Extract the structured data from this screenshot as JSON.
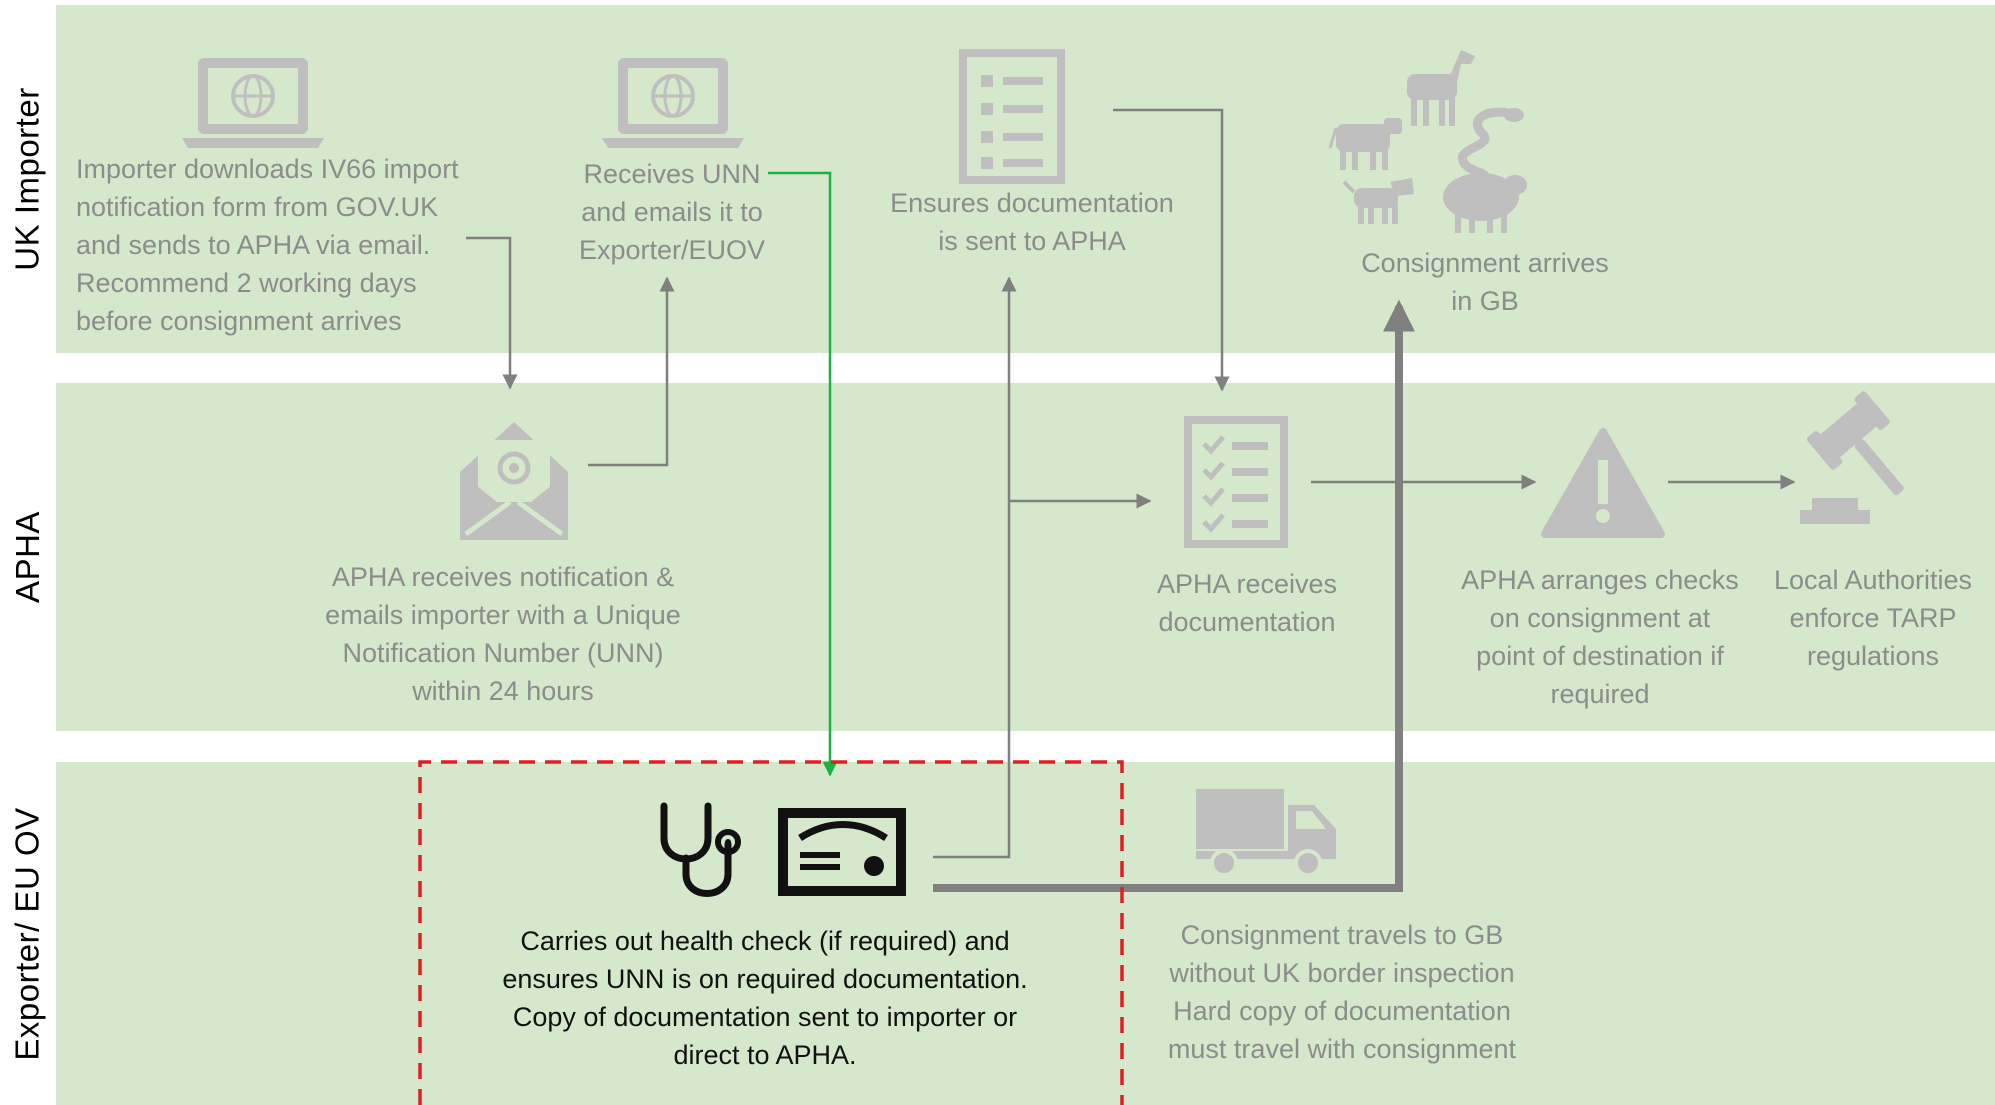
{
  "lanes": {
    "importer": "UK Importer",
    "apha": "APHA",
    "exporter": "Exporter/ EU OV"
  },
  "steps": {
    "download_form": "Importer downloads IV66 import\nnotification form from GOV.UK\nand sends to APHA via email.\nRecommend 2 working days\nbefore consignment arrives",
    "receives_unn": "Receives UNN\nand emails it to\nExporter/EUOV",
    "ensures_docs": "Ensures documentation\nis sent to APHA",
    "consignment_arrives": "Consignment arrives\nin GB",
    "apha_receives_notification": "APHA receives notification &\nemails importer with a Unique\nNotification Number (UNN)\nwithin 24 hours",
    "apha_receives_docs": "APHA receives\ndocumentation",
    "apha_arranges_checks": "APHA arranges checks\non consignment at\npoint of destination if\nrequired",
    "local_authorities": "Local Authorities\nenforce TARP\nregulations",
    "health_check": "Carries out health check (if required) and\nensures UNN is on required documentation.\nCopy of documentation sent to importer or\ndirect to APHA.",
    "consignment_travels": "Consignment travels to GB\nwithout UK border inspection\nHard copy of documentation\nmust travel with consignment"
  },
  "icons": [
    "laptop-globe-icon",
    "laptop-globe-icon",
    "document-list-icon",
    "animals-icon",
    "email-envelope-icon",
    "checklist-icon",
    "warning-icon",
    "gavel-icon",
    "stethoscope-icon",
    "certificate-icon",
    "truck-icon"
  ],
  "colors": {
    "lane_background": "#d5e8cb",
    "faded_gray": "#bfbfbf",
    "connector_gray": "#808080",
    "highlight_arrow": "#1db043",
    "highlight_box": "#e02020",
    "active_black": "#111111"
  }
}
